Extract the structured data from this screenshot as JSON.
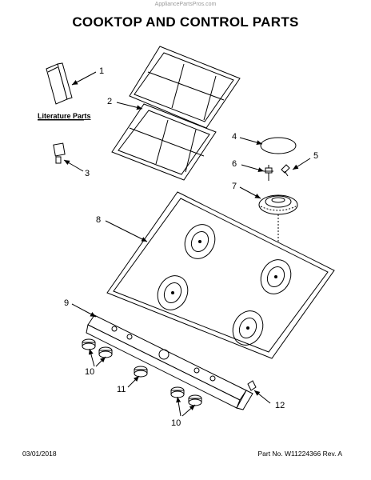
{
  "watermark": "AppliancePartsPros.com",
  "title": "COOKTOP AND CONTROL PARTS",
  "literature_label": "Literature Parts",
  "footer": {
    "date": "03/01/2018",
    "part_info": "Part No. W11224366  Rev. A"
  },
  "callouts": {
    "c1": "1",
    "c2": "2",
    "c3": "3",
    "c4": "4",
    "c5": "5",
    "c6": "6",
    "c7": "7",
    "c8": "8",
    "c9": "9",
    "c10a": "10",
    "c10b": "10",
    "c11": "11",
    "c12": "12"
  }
}
